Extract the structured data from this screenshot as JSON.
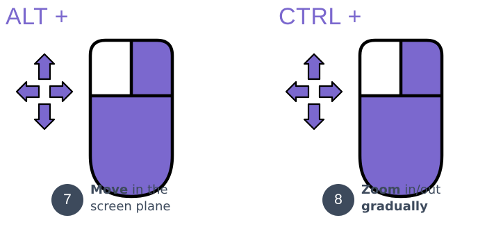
{
  "colors": {
    "accent": "#7b68ce",
    "outline": "#000000",
    "button_white": "#ffffff",
    "badge_fill": "#3d4a5c",
    "caption_text": "#3d4a5c"
  },
  "panels": [
    {
      "modifier_key": "ALT +",
      "move_icon": "four-way-arrows-icon",
      "mouse_icon": "mouse-right-button-icon",
      "highlighted_buttons": [
        "right",
        "wheel"
      ],
      "step_number": "7",
      "caption": {
        "line1_bold": "Move",
        "line1_rest": " in the",
        "line2": "screen plane"
      }
    },
    {
      "modifier_key": "CTRL +",
      "move_icon": "four-way-arrows-icon",
      "mouse_icon": "mouse-right-button-icon",
      "highlighted_buttons": [
        "right",
        "wheel"
      ],
      "step_number": "8",
      "caption": {
        "line1_bold": "Zoom",
        "line1_rest": " in/out",
        "line2_bold": "gradually"
      }
    }
  ]
}
